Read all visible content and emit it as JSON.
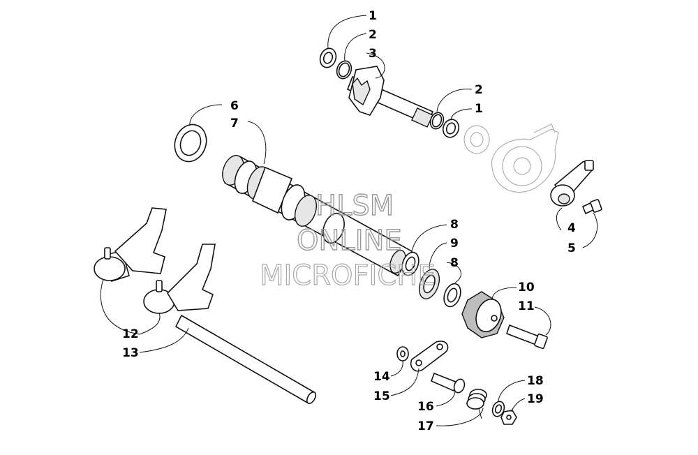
{
  "callouts": {
    "c1a": "1",
    "c2a": "2",
    "c3": "3",
    "c2b": "2",
    "c1b": "1",
    "c6": "6",
    "c7": "7",
    "c4": "4",
    "c5": "5",
    "c8a": "8",
    "c9": "9",
    "c8b": "8",
    "c10": "10",
    "c11": "11",
    "c12": "12",
    "c13": "13",
    "c14": "14",
    "c15": "15",
    "c16": "16",
    "c17": "17",
    "c18": "18",
    "c19": "19"
  },
  "watermark": {
    "line1": "HLSM",
    "line2": "ONLINE",
    "line3": "MICROFICHE"
  },
  "colors": {
    "line": "#111111",
    "watermark": "#9a9a9a",
    "background": "#ffffff"
  }
}
